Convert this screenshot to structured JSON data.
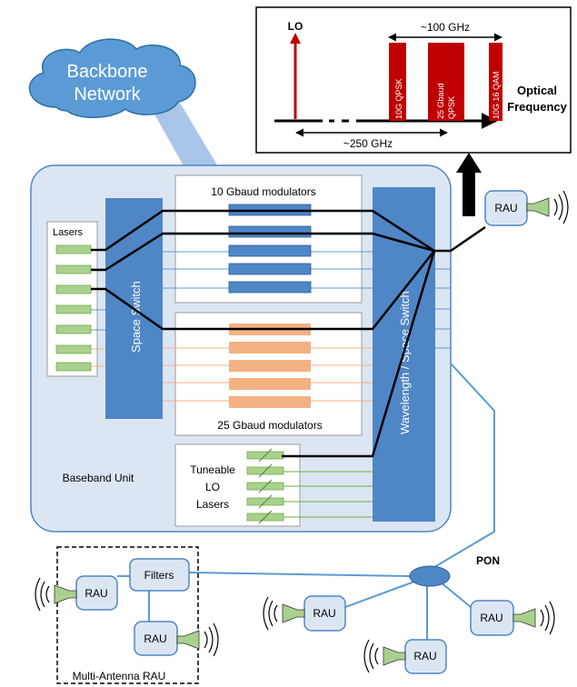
{
  "spectrum": {
    "lo_label": "LO",
    "band_100": "~100 GHz",
    "band_250": "~250 GHz",
    "axis_label_line1": "Optical",
    "axis_label_line2": "Frequency",
    "carriers": [
      {
        "label": "10G QPSK"
      },
      {
        "label_line1": "25 Gbaud",
        "label_line2": "QPSK"
      },
      {
        "label": "10G 16 QAM"
      }
    ]
  },
  "backbone": {
    "line1": "Backbone",
    "line2": "Network"
  },
  "bbu": {
    "label": "Baseband Unit",
    "lasers_label": "Lasers",
    "space_switch_label": "Space Switch",
    "wavelength_switch_label": "Wavelength / Space Switch",
    "mod10_label": "10 Gbaud modulators",
    "mod25_label": "25 Gbaud modulators",
    "lo_lasers_line1": "Tuneable",
    "lo_lasers_line2": "LO",
    "lo_lasers_line3": "Lasers"
  },
  "network": {
    "pon_label": "PON",
    "filters_label": "Filters",
    "rau_label": "RAU",
    "multi_antenna_label": "Multi-Antenna RAU"
  },
  "colors": {
    "bbu_fill": "#dce6f2",
    "switch_fill": "#4f86c6",
    "mod10_fill": "#4f86c6",
    "mod25_fill": "#f4b183",
    "laser_fill": "#a9d18e",
    "carrier_red": "#c00000",
    "link_blue": "#5b9bd5"
  }
}
